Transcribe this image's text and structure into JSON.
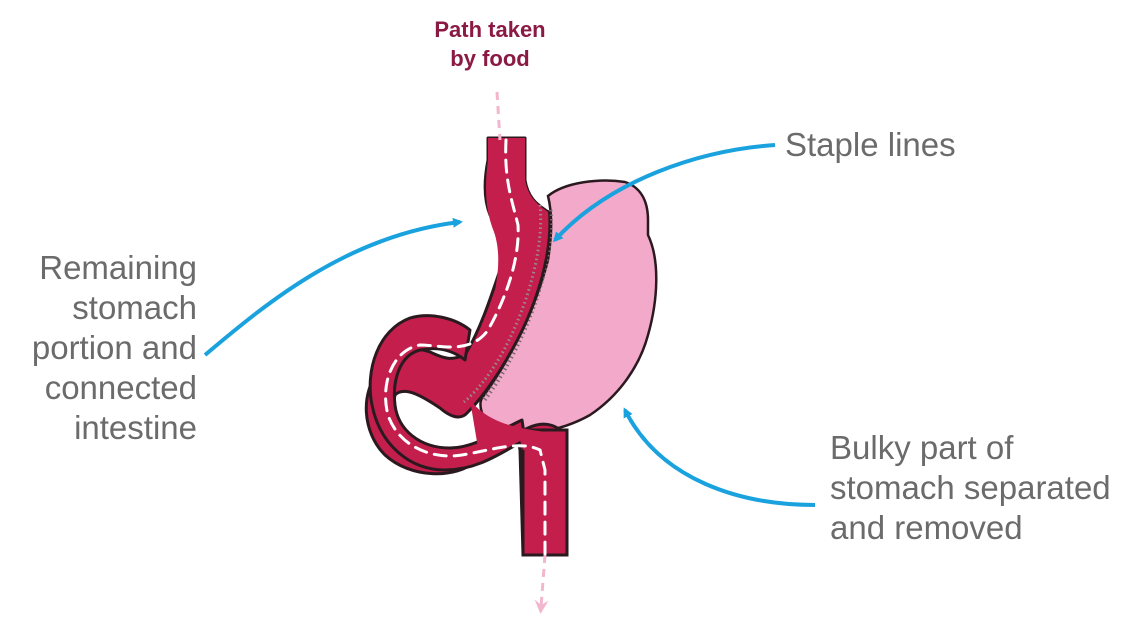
{
  "labels": {
    "path_taken": [
      "Path taken",
      "by food"
    ],
    "staple_lines": "Staple lines",
    "remaining": [
      "Remaining",
      "stomach",
      "portion and",
      "connected",
      "intestine"
    ],
    "bulky": [
      "Bulky part of",
      "stomach separated",
      "and removed"
    ]
  },
  "colors": {
    "intestine": "#c41e4d",
    "intestine_outline": "#2a1a1f",
    "removed_stomach": "#f3a9c9",
    "arrow": "#1aa2de",
    "food_path": "#f2b7cf",
    "path_label": "#8a1a44",
    "label_text": "#6b6b6b"
  }
}
